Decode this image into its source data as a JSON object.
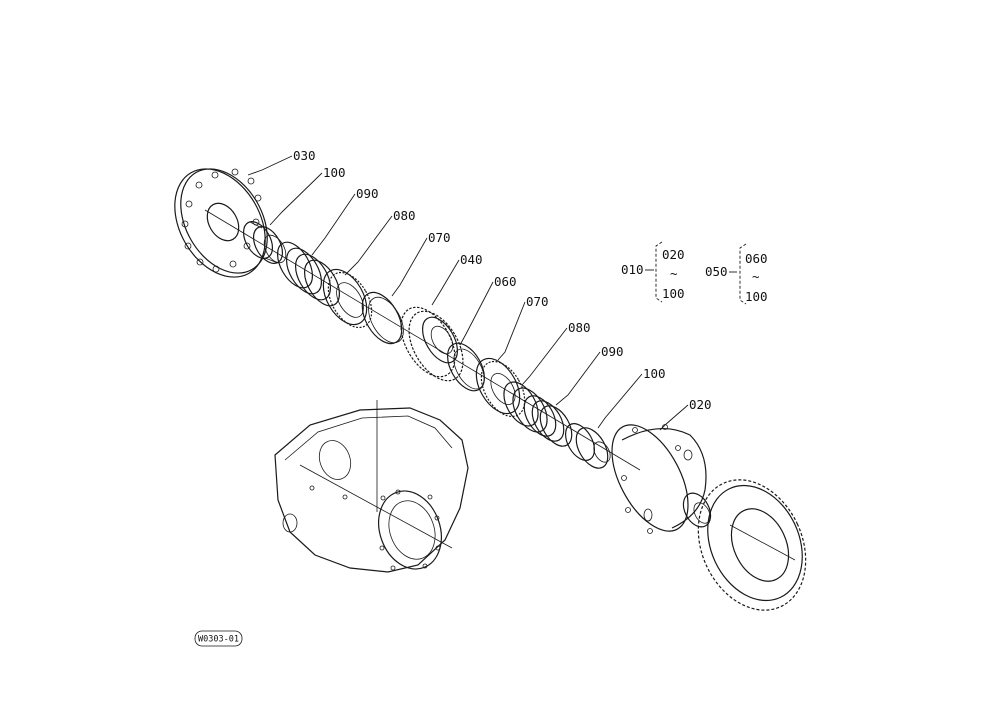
{
  "parts": [
    {
      "id": "p030",
      "label": "030"
    },
    {
      "id": "p100a",
      "label": "100"
    },
    {
      "id": "p090a",
      "label": "090"
    },
    {
      "id": "p080a",
      "label": "080"
    },
    {
      "id": "p070a",
      "label": "070"
    },
    {
      "id": "p040",
      "label": "040"
    },
    {
      "id": "p060",
      "label": "060"
    },
    {
      "id": "p070b",
      "label": "070"
    },
    {
      "id": "p080b",
      "label": "080"
    },
    {
      "id": "p090b",
      "label": "090"
    },
    {
      "id": "p100b",
      "label": "100"
    },
    {
      "id": "p020",
      "label": "020"
    }
  ],
  "groups": [
    {
      "parent": "010",
      "from": "020",
      "to": "100",
      "tilde": "~"
    },
    {
      "parent": "050",
      "from": "060",
      "to": "100",
      "tilde": "~"
    }
  ],
  "drawing_ref": "W0303-01"
}
